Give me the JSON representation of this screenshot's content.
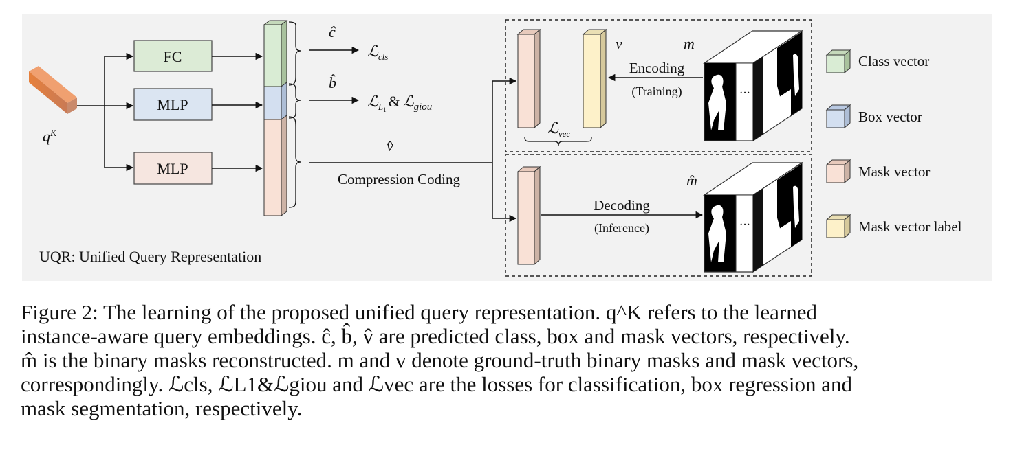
{
  "diagram": {
    "input_label": "q",
    "input_label_sup": "K",
    "heads": {
      "fc": "FC",
      "mlp_box": "MLP",
      "mlp_mask": "MLP"
    },
    "outputs": {
      "class_hat": "ĉ",
      "box_hat": "b̂",
      "vec_hat": "v̂",
      "loss_cls_main": "ℒ",
      "loss_cls_sub": "cls",
      "loss_l1_main": "ℒ",
      "loss_l1_sub": "L",
      "loss_l1_subsub": "1",
      "amp": "&",
      "loss_giou_main": "ℒ",
      "loss_giou_sub": "giou",
      "compression": "Compression Coding"
    },
    "training": {
      "v_label": "v",
      "m_label": "m",
      "encoding": "Encoding",
      "training_paren": "(Training)",
      "loss_vec_main": "ℒ",
      "loss_vec_sub": "vec",
      "dots": "···"
    },
    "inference": {
      "m_hat": "m̂",
      "decoding": "Decoding",
      "inference_paren": "(Inference)",
      "dots": "···"
    },
    "panel_title": "UQR: Unified Query Representation",
    "legend": [
      {
        "label": "Class vector",
        "color": "#d9ecd4"
      },
      {
        "label": "Box vector",
        "color": "#d3dff0"
      },
      {
        "label": "Mask vector",
        "color": "#f9e1d6"
      },
      {
        "label": "Mask vector label",
        "color": "#fdf1c9"
      }
    ],
    "colors": {
      "panel_bg": "#f2f2f2",
      "class": "#d9ecd4",
      "box": "#d3dff0",
      "mask": "#f9e1d6",
      "mask_label": "#fdf1c9",
      "input": "#e98a45"
    }
  },
  "caption": {
    "line1": "Figure 2: The learning of the proposed unified query representation. q^K refers to the learned",
    "line2": "instance-aware query embeddings. ĉ, b̂, v̂ are predicted class, box and mask vectors, respectively.",
    "line3": "m̂ is the binary masks reconstructed. m and v denote ground-truth binary masks and mask vectors,",
    "line4": "correspondingly. ℒcls, ℒL1&ℒgiou and ℒvec are the losses for classification, box regression and",
    "line5": "mask segmentation, respectively."
  }
}
